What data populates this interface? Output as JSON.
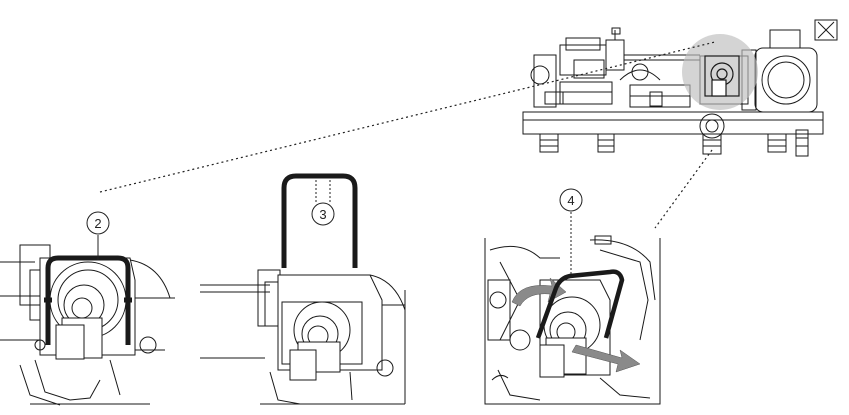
{
  "figure": {
    "callouts": [
      {
        "number": "2"
      },
      {
        "number": "3"
      },
      {
        "number": "4"
      }
    ],
    "colors": {
      "line": "#1a1a1a",
      "clip": "#1a1a1a",
      "highlight": "#bdbdbd",
      "arrow": "#8a8a8a"
    }
  }
}
